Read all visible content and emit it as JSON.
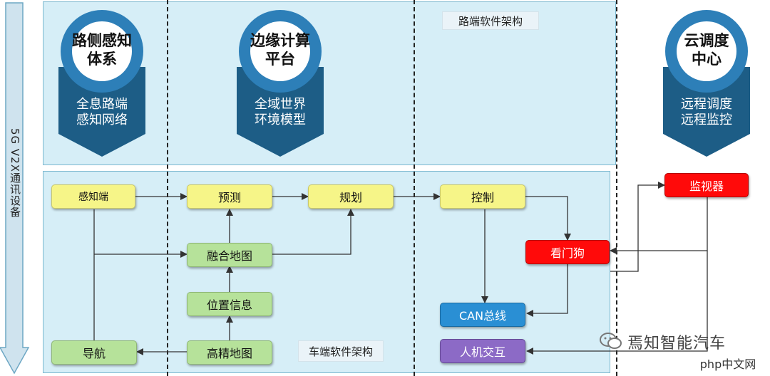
{
  "side_arrow_label": "5G V2X通讯设备",
  "top_panel": {
    "title": "路端软件架构",
    "badges": [
      {
        "id": "roadside",
        "circle": "路侧感知\n体系",
        "body": "全息路端\n感知网络"
      },
      {
        "id": "edge",
        "circle": "边缘计算\n平台",
        "body": "全域世界\n环境模型"
      },
      {
        "id": "cloud",
        "circle": "云调度\n中心",
        "body": "远程调度\n远程监控"
      }
    ]
  },
  "bottom_panel": {
    "title": "车端软件架构",
    "nodes": {
      "perception": "感知端",
      "prediction": "预测",
      "planning": "规划",
      "control": "控制",
      "fusion_map": "融合地图",
      "location": "位置信息",
      "hd_map": "高精地图",
      "navigation": "导航",
      "watchdog": "看门狗",
      "can_bus": "CAN总线",
      "hmi": "人机交互"
    }
  },
  "monitor": "监视器",
  "watermark": {
    "brand": "焉知智能汽车",
    "site": "php中文网"
  },
  "colors": {
    "panel": "#d6eef7",
    "badge_blue": "#1d5d86",
    "ring": "#2d7fb8",
    "yellow": "#f6f588",
    "green": "#b6e29a",
    "red": "#ff0a0a",
    "blue": "#2a8fd4",
    "purple": "#8c6ac6"
  }
}
